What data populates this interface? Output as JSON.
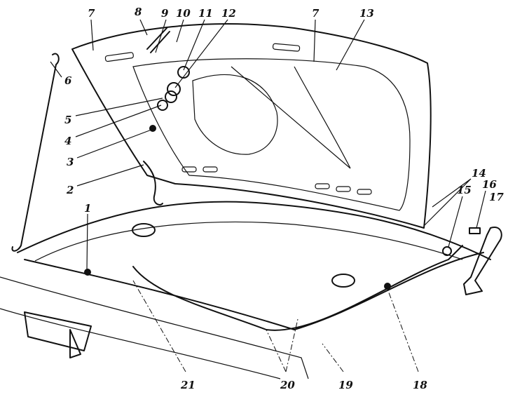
{
  "title": "Hood assembly diagram",
  "labels": {
    "l7a": "7",
    "l8": "8",
    "l9": "9",
    "l10": "10",
    "l11": "11",
    "l12": "12",
    "l7b": "7",
    "l13": "13",
    "l6": "6",
    "l5": "5",
    "l4": "4",
    "l3": "3",
    "l2": "2",
    "l1": "1",
    "l14": "14",
    "l15": "15",
    "l16": "16",
    "l17": "17",
    "l21": "21",
    "l20": "20",
    "l19": "19",
    "l18": "18"
  }
}
